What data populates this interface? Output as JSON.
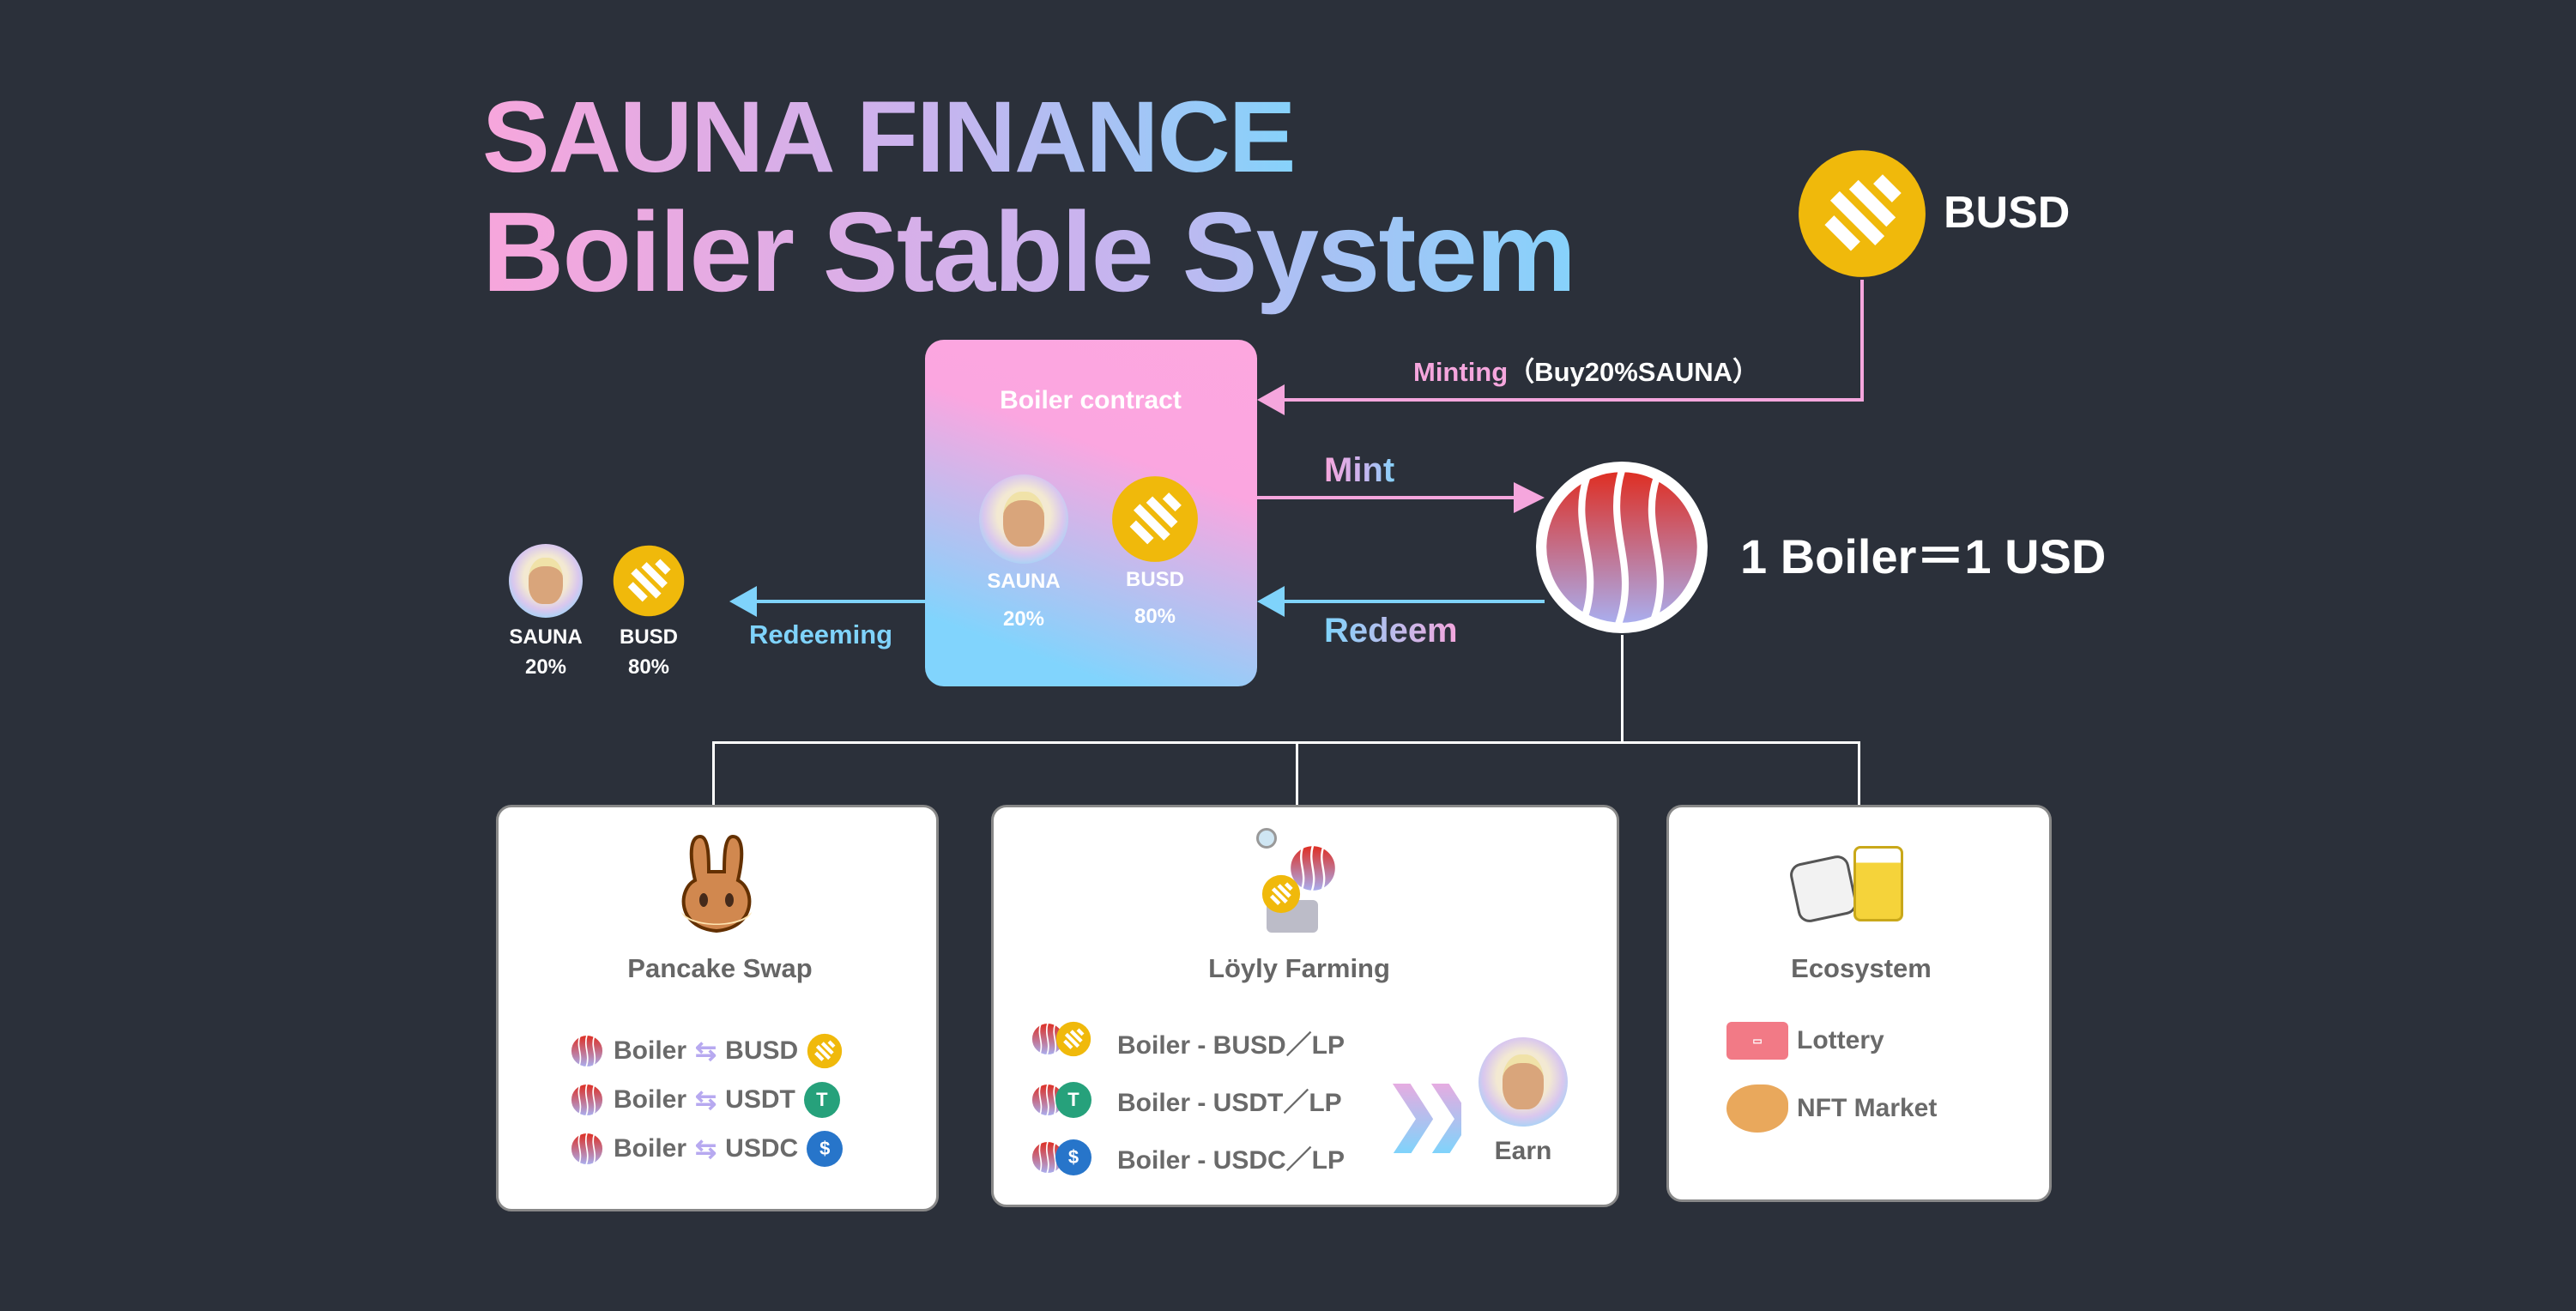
{
  "title": {
    "line1": "SAUNA FINANCE",
    "line2": "Boiler Stable System"
  },
  "busd_top": {
    "label": "BUSD",
    "icon": "busd-coin-icon"
  },
  "minting_label": "Minting",
  "minting_note": "（Buy20%SAUNA）",
  "contract": {
    "title": "Boiler contract",
    "tokens": [
      {
        "name": "SAUNA",
        "pct": "20%"
      },
      {
        "name": "BUSD",
        "pct": "80%"
      }
    ]
  },
  "mint_label": "Mint",
  "redeem_label": "Redeem",
  "redeeming_label": "Redeeming",
  "peg": "1 Boiler＝1 USD",
  "redeemed": [
    {
      "name": "SAUNA",
      "pct": "20%"
    },
    {
      "name": "BUSD",
      "pct": "80%"
    }
  ],
  "pancake": {
    "title": "Pancake Swap",
    "rows": [
      {
        "a": "Boiler",
        "b": "BUSD"
      },
      {
        "a": "Boiler",
        "b": "USDT"
      },
      {
        "a": "Boiler",
        "b": "USDC"
      }
    ]
  },
  "farming": {
    "title": "Löyly Farming",
    "rows": [
      "Boiler - BUSD／LP",
      "Boiler - USDT／LP",
      "Boiler - USDC／LP"
    ],
    "earn": "Earn"
  },
  "ecosystem": {
    "title": "Ecosystem",
    "items": [
      "Lottery",
      "NFT Market"
    ]
  },
  "colors": {
    "bg": "#2b303a",
    "pink": "#f5a6dd",
    "blue": "#7fd3fb",
    "busd": "#f0b90b",
    "usdt": "#26a17b",
    "usdc": "#2775ca"
  }
}
